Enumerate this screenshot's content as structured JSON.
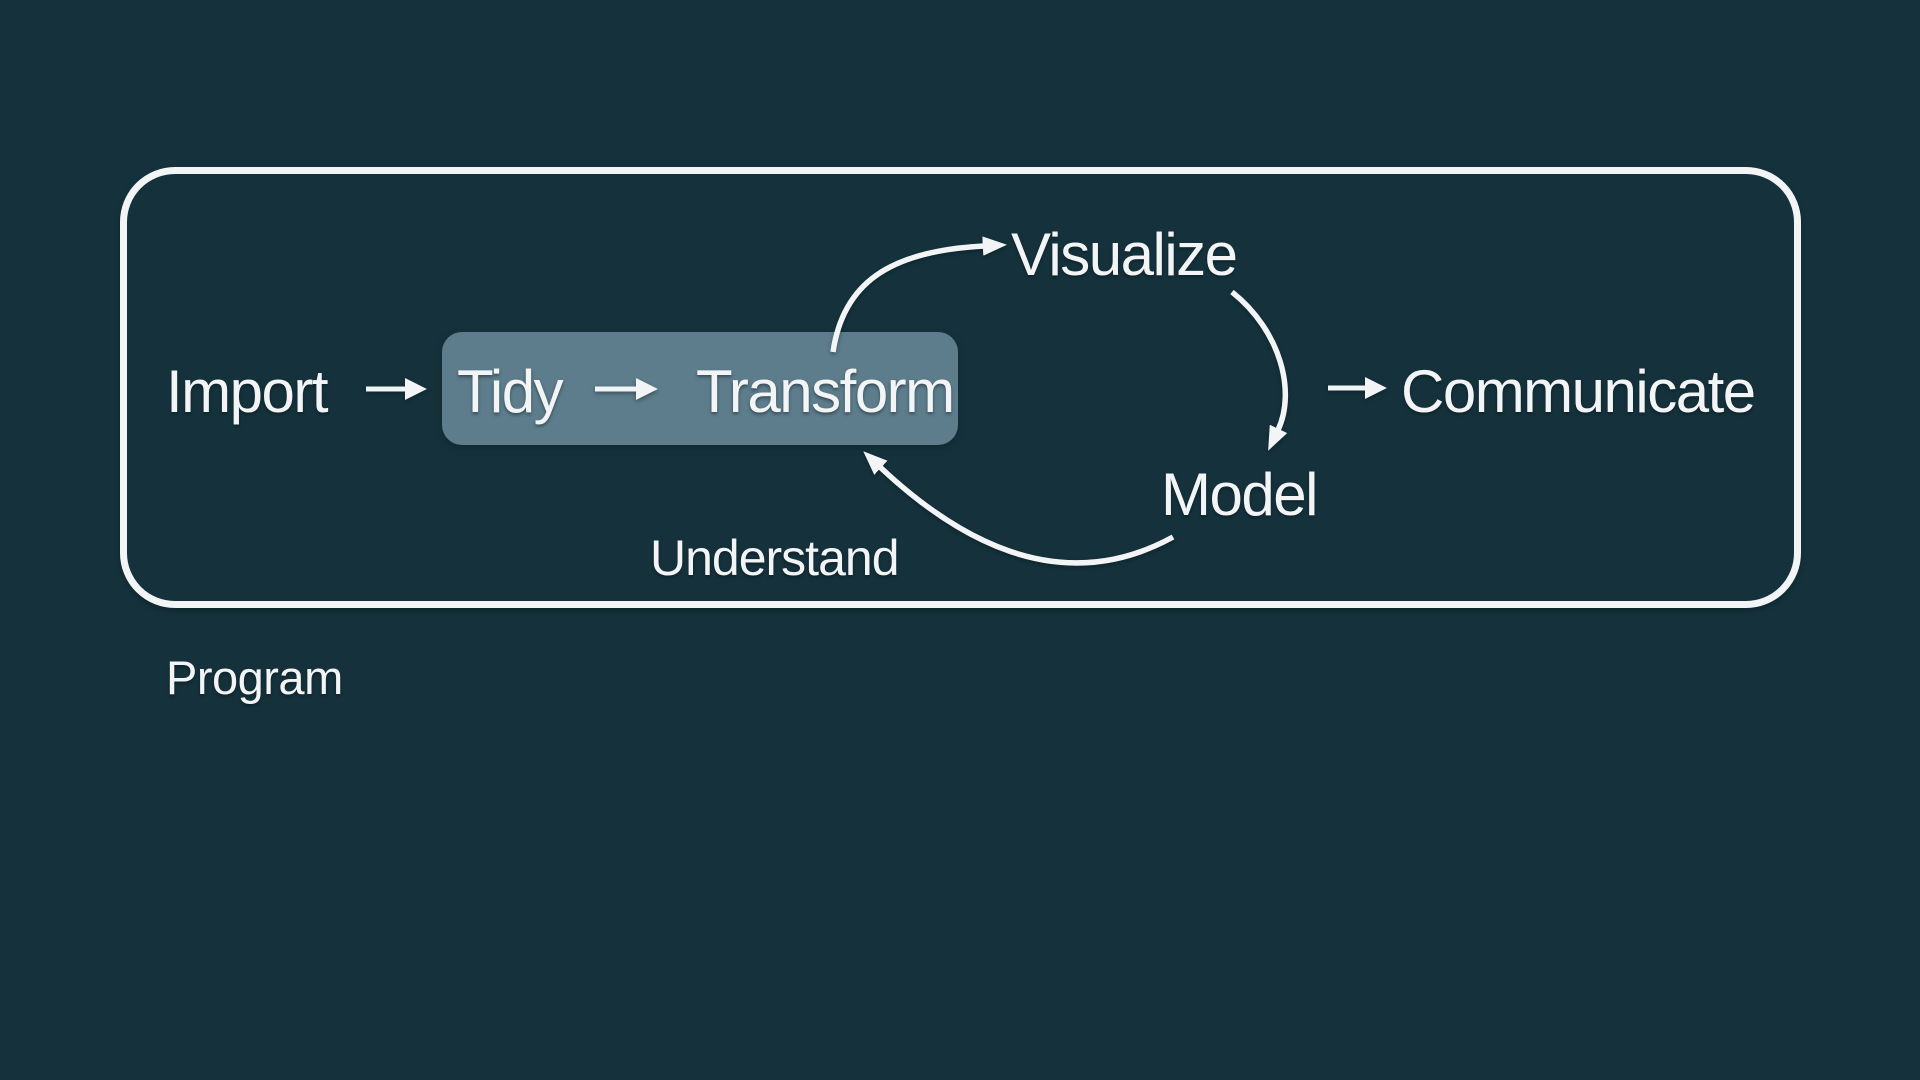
{
  "diagram": {
    "labels": {
      "import": "Import",
      "tidy": "Tidy",
      "transform": "Transform",
      "visualize": "Visualize",
      "model": "Model",
      "communicate": "Communicate",
      "understand": "Understand",
      "program": "Program"
    },
    "colors": {
      "background": "#15323c",
      "highlight_box": "#5d7d8c",
      "text": "#f2f4f5",
      "outline": "#f2f4f5",
      "arrow": "#f2f4f5"
    }
  }
}
